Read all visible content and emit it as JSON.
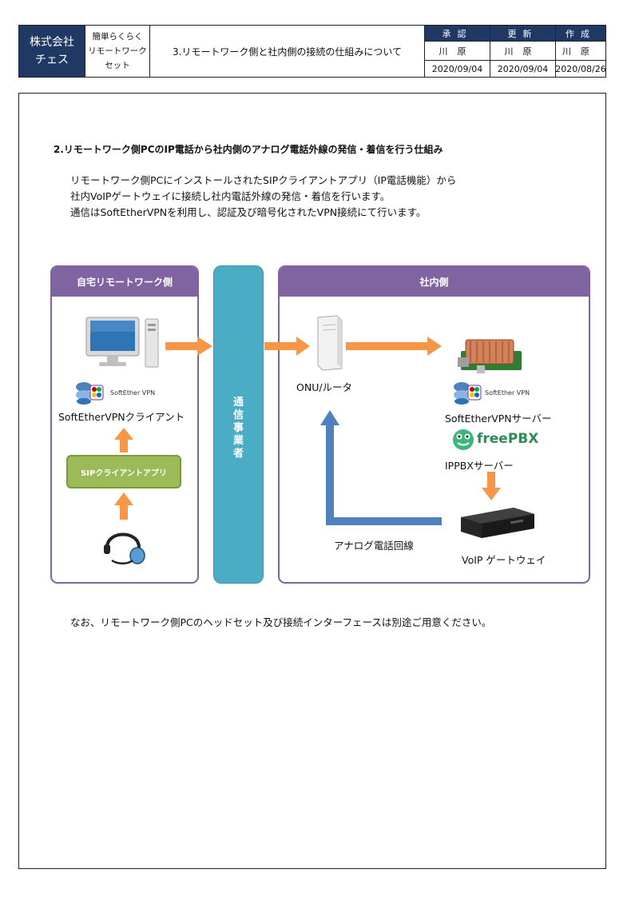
{
  "header": {
    "company": [
      "株式会社",
      "チェス"
    ],
    "product": [
      "簡単らくらく",
      "リモートワーク",
      "セット"
    ],
    "doc_title": "3.リモートワーク側と社内側の接続の仕組みについて",
    "columns": [
      {
        "head": "承認",
        "name": "川原",
        "date": "2020/09/04"
      },
      {
        "head": "更新",
        "name": "川原",
        "date": "2020/09/04"
      },
      {
        "head": "作成",
        "name": "川原",
        "date": "2020/08/26"
      }
    ]
  },
  "content": {
    "section_title": "2.リモートワーク側PCのIP電話から社内側のアナログ電話外線の発信・着信を行う仕組み",
    "intro": [
      "リモートワーク側PCにインストールされたSIPクライアントアプリ（IP電話機能）から",
      "社内VoIPゲートウェイに接続し社内電話外線の発信・着信を行います。",
      "通信はSoftEtherVPNを利用し、認証及び暗号化されたVPN接続にて行います。"
    ],
    "note": "なお、リモートワーク側PCのヘッドセット及び接続インターフェースは別途ご用意ください。"
  },
  "diagram": {
    "left_panel_title": "自宅リモートワーク側",
    "right_panel_title": "社内側",
    "carrier_label": [
      "通",
      "信",
      "事",
      "業",
      "者"
    ],
    "softether_logo_text": "SoftEther VPN",
    "vpn_client_label": "SoftEtherVPNクライアント",
    "sip_app_label": "SIPクライアントアプリ",
    "onu_label": "ONU/ルータ",
    "vpn_server_label": "SoftEtherVPNサーバー",
    "freepbx_logo_text": "freePBX",
    "ippbx_label": "IPPBXサーバー",
    "analog_line_label": "アナログ電話回線",
    "gateway_label": "VoIP ゲートウェイ",
    "colors": {
      "panel": "#8064a2",
      "carrier": "#4bacc6",
      "sip_app": "#9bbb59",
      "arrow_orange": "#f79646",
      "arrow_blue": "#4f81bd",
      "header_navy": "#1f3864"
    }
  }
}
